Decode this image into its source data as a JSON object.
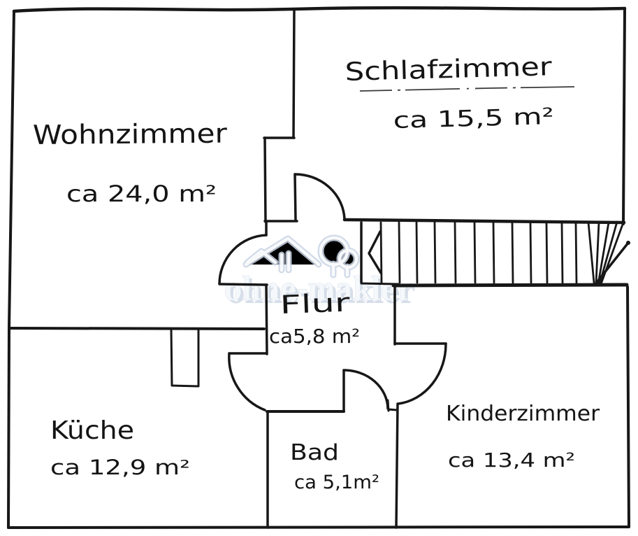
{
  "rooms": [
    {
      "id": "wohnzimmer",
      "name": "Wohnzimmer",
      "area": "ca  24,0 m²"
    },
    {
      "id": "schlafzimmer",
      "name": "Schlafzimmer",
      "area": "ca  15,5 m²"
    },
    {
      "id": "flur",
      "name": "Flur",
      "area": "ca5,8 m²"
    },
    {
      "id": "kueche",
      "name": "Küche",
      "area": "ca  12,9 m²"
    },
    {
      "id": "bad",
      "name": "Bad",
      "area": "ca 5,1m²"
    },
    {
      "id": "kinderzimmer",
      "name": "Kinderzimmer",
      "area": "ca  13,4 m²"
    }
  ],
  "watermark": {
    "text": "ohne-makler",
    "icons": [
      "house-icon",
      "tree-icon"
    ],
    "color": "#dfe6f0"
  },
  "drawing": {
    "ink_color": "#171717",
    "paper_color": "#ffffff",
    "stair_arrow_direction": "left"
  }
}
